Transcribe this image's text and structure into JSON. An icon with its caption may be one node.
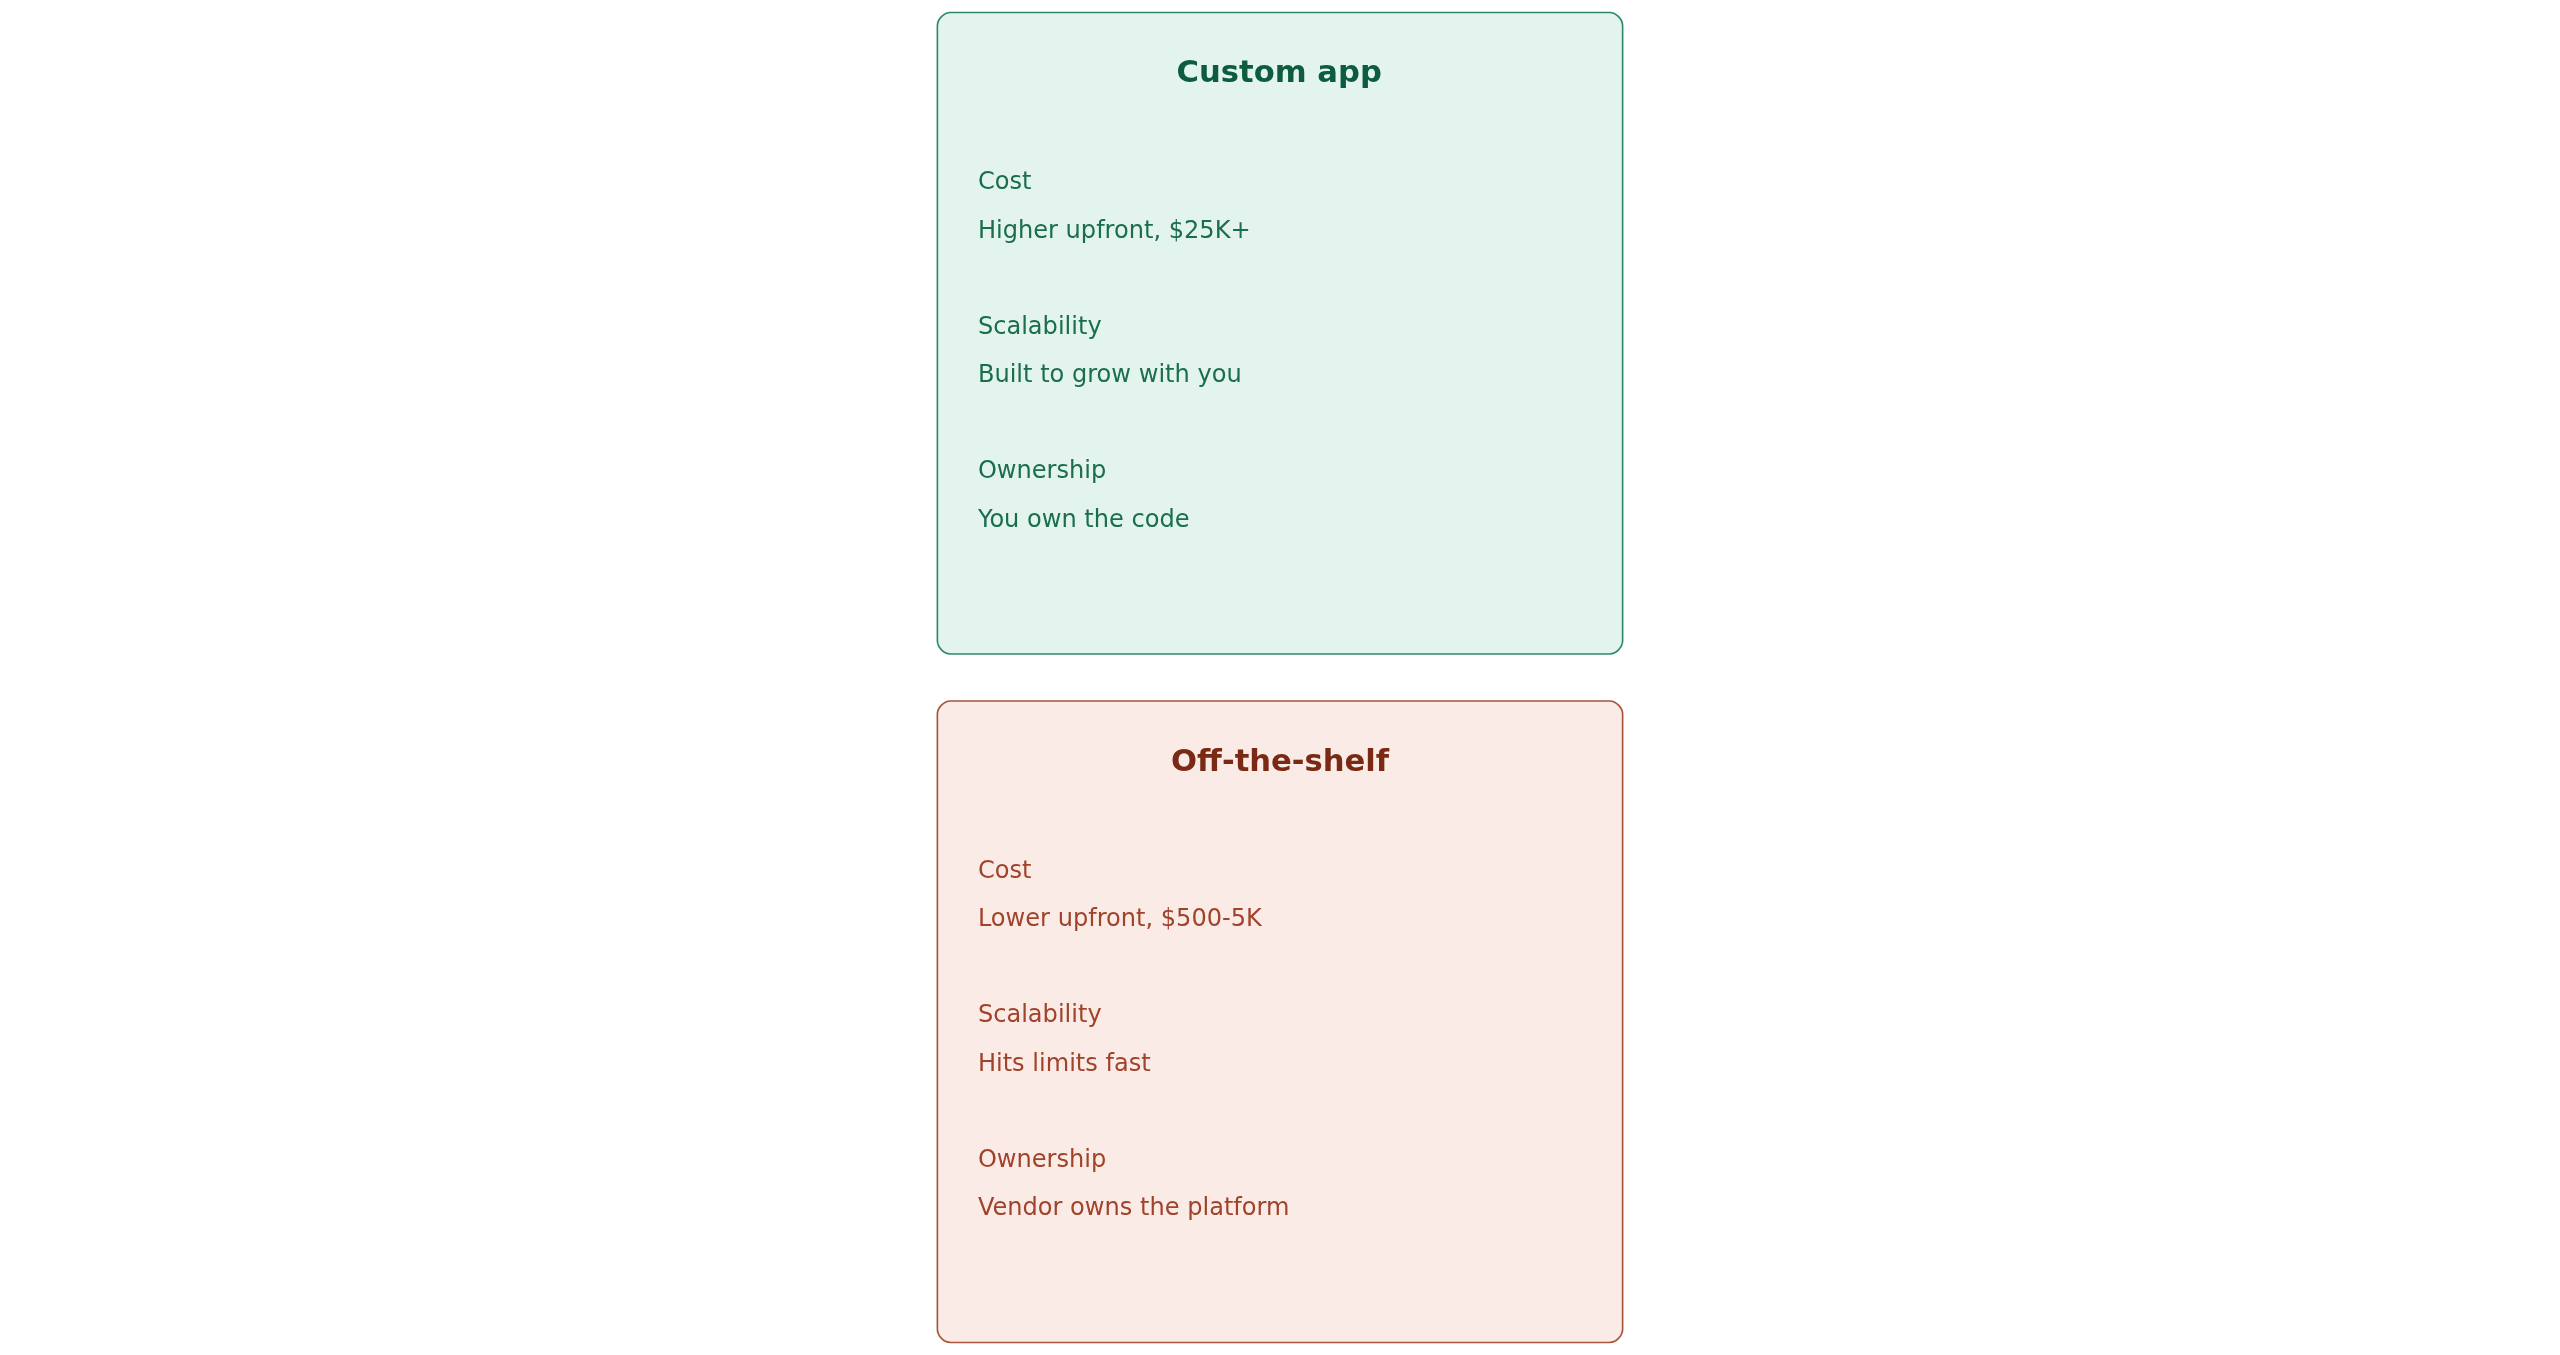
{
  "diagram": {
    "nodes": [
      {
        "text": [
          "Custom app",
          "Cost",
          "Higher upfront, $25K+",
          "Scalability",
          "Built to grow with you",
          "Ownership",
          "You own the code"
        ]
      },
      {
        "text": [
          "Off-the-shelf",
          "Cost",
          "Lower upfront, $500-5K",
          "Scalability",
          "Hits limits fast",
          "Ownership",
          "Vendor owns the platform"
        ]
      }
    ],
    "edges": []
  }
}
